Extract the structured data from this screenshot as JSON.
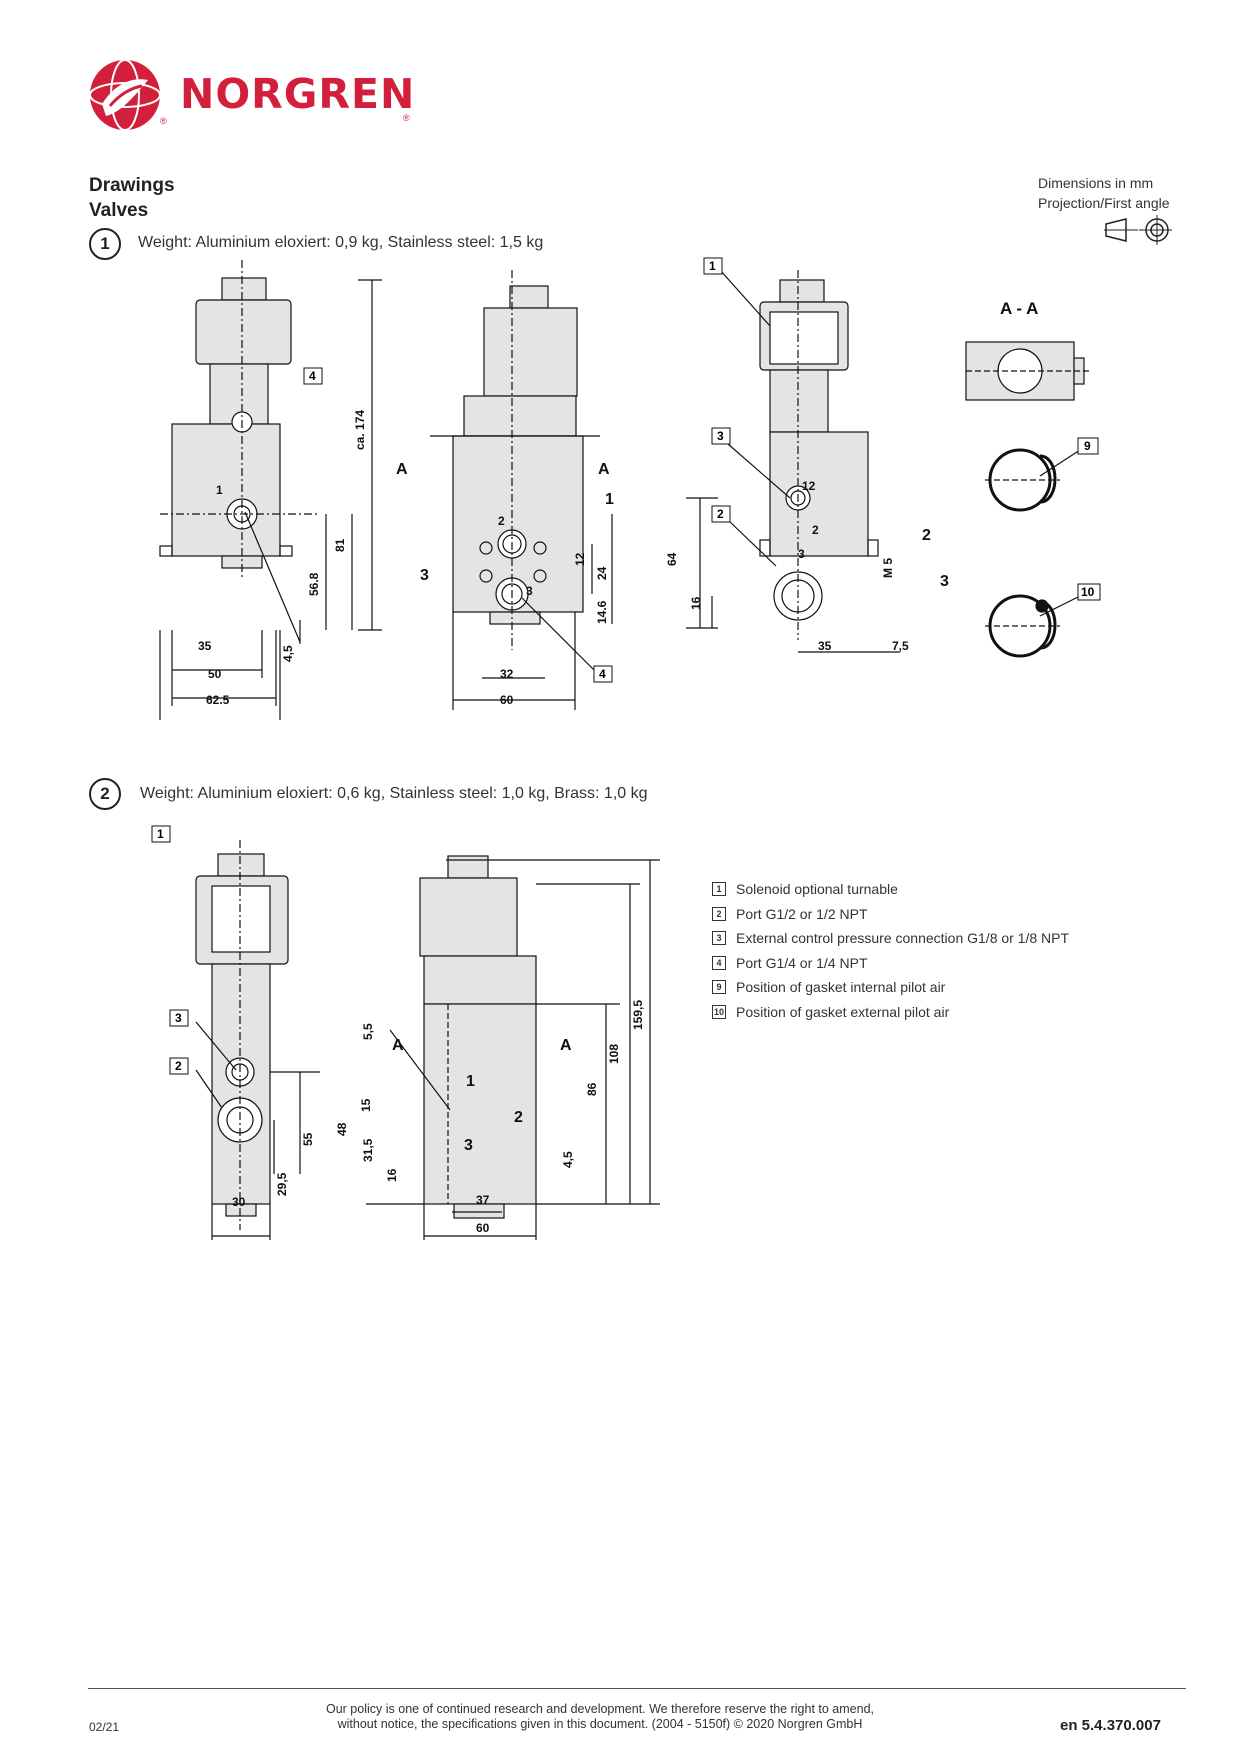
{
  "brand": {
    "name": "NORGREN",
    "reg": "®"
  },
  "header": {
    "title": "Drawings",
    "subtitle": "Valves"
  },
  "dimensions_note": {
    "line1": "Dimensions in mm",
    "line2": "Projection/First angle"
  },
  "section1": {
    "number": "1",
    "weight": "Weight: Aluminium eloxiert: 0,9 kg, Stainless steel: 1,5 kg",
    "section_label": "A - A",
    "dims": [
      "ca. 174",
      "81",
      "56.8",
      "4,5",
      "35",
      "50",
      "62.5",
      "12",
      "24",
      "14.6",
      "32",
      "60",
      "64",
      "16",
      "35",
      "7,5",
      "M 5"
    ],
    "callouts": [
      "1",
      "2",
      "3",
      "4",
      "9",
      "10",
      "A",
      "A",
      "12"
    ]
  },
  "section2": {
    "number": "2",
    "weight": "Weight: Aluminium eloxiert: 0,6 kg, Stainless steel: 1,0 kg, Brass: 1,0 kg",
    "dims": [
      "55",
      "29,5",
      "30",
      "5,5",
      "15",
      "48",
      "31,5",
      "16",
      "4,5",
      "86",
      "108",
      "159,5",
      "37",
      "60"
    ]
  },
  "legend": [
    {
      "num": "1",
      "text": "Solenoid optional turnable"
    },
    {
      "num": "2",
      "text": "Port G1/2 or 1/2 NPT"
    },
    {
      "num": "3",
      "text": "External control pressure connection G1/8 or 1/8 NPT"
    },
    {
      "num": "4",
      "text": "Port G1/4 or 1/4 NPT"
    },
    {
      "num": "9",
      "text": "Position of gasket internal pilot air"
    },
    {
      "num": "10",
      "text": "Position of gasket external pilot air"
    }
  ],
  "footer": {
    "date": "02/21",
    "policy_line1": "Our policy is one of continued research and development. We therefore reserve the right to amend,",
    "policy_line2": "without notice, the specifications given in this document. (2004 - 5150f) © 2020 Norgren GmbH",
    "doc_code": "en 5.4.370.007"
  },
  "colors": {
    "brand_red": "#d21f3c",
    "drawing_fill": "#e4e4e4",
    "line": "#111111"
  }
}
